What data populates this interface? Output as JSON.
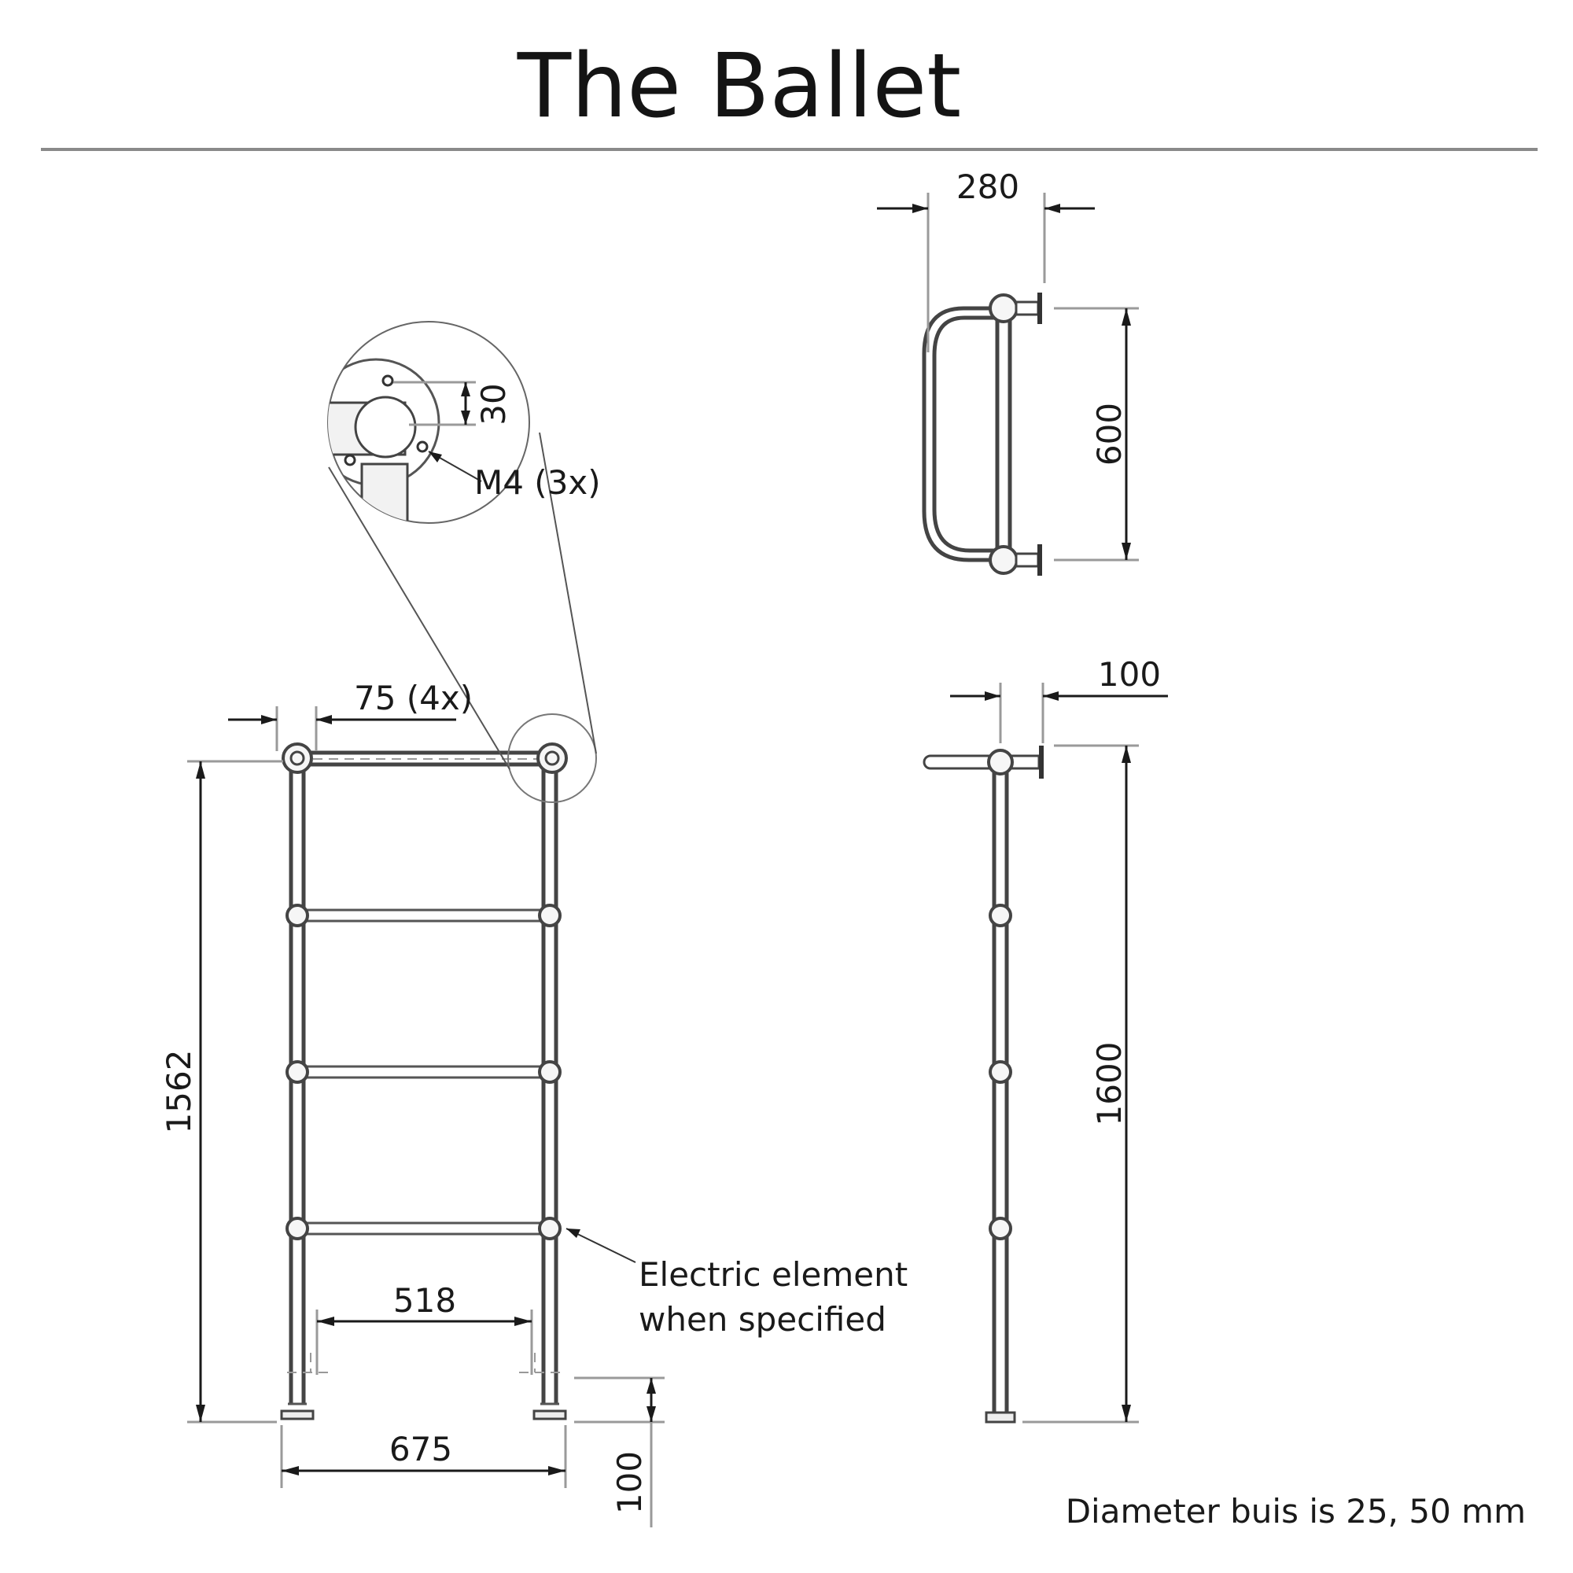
{
  "title": "The Ballet",
  "dimensions": {
    "front_height": "1562",
    "bracket_offset": "75 (4x)",
    "inner_width": "518",
    "outer_width": "675",
    "floor_clearance": "100",
    "top_depth": "280",
    "top_bracket_spacing": "600",
    "side_depth": "100",
    "side_height": "1600",
    "detail_hole_offset": "30"
  },
  "labels": {
    "screw": "M4 (3x)",
    "element_line1": "Electric element",
    "element_line2": "when specified",
    "pipe_note": "Diameter buis is 25, 50 mm"
  }
}
